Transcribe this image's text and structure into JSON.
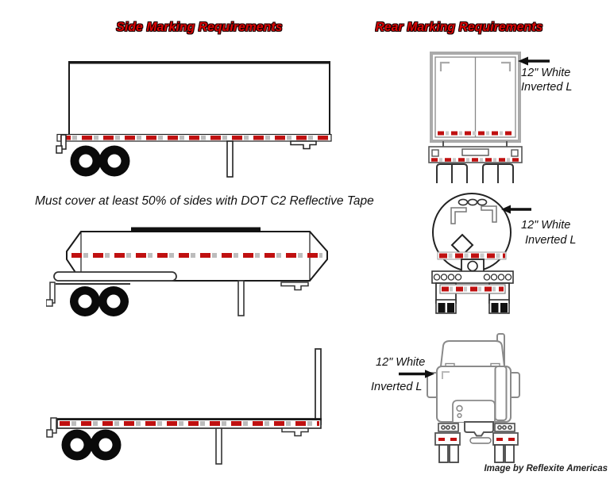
{
  "headings": {
    "side": "Side Marking Requirements",
    "rear": "Rear Marking Requirements"
  },
  "note": "Must cover at least 50% of sides with DOT C2 Reflective Tape",
  "annotations": {
    "rear_box": {
      "line1": "12\" White",
      "line2": "Inverted L"
    },
    "rear_tanker": {
      "line1": "12\" White",
      "line2": "Inverted L"
    },
    "rear_truck": {
      "line1": "12\" White",
      "line2": "Inverted L"
    }
  },
  "credit": "Image by Reflexite Americas",
  "icons": {
    "rear_box_arrow": "arrow-pointing-left",
    "rear_tanker_arrow": "arrow-pointing-left",
    "rear_truck_arrow": "arrow-pointing-right"
  },
  "colors": {
    "heading_red": "#dd0404",
    "tape_red": "#c01010",
    "tape_white_block": "#bcbcbc",
    "line_black": "#1a1a1a",
    "truck_line_gray": "#8a8a8a",
    "background": "#ffffff"
  }
}
